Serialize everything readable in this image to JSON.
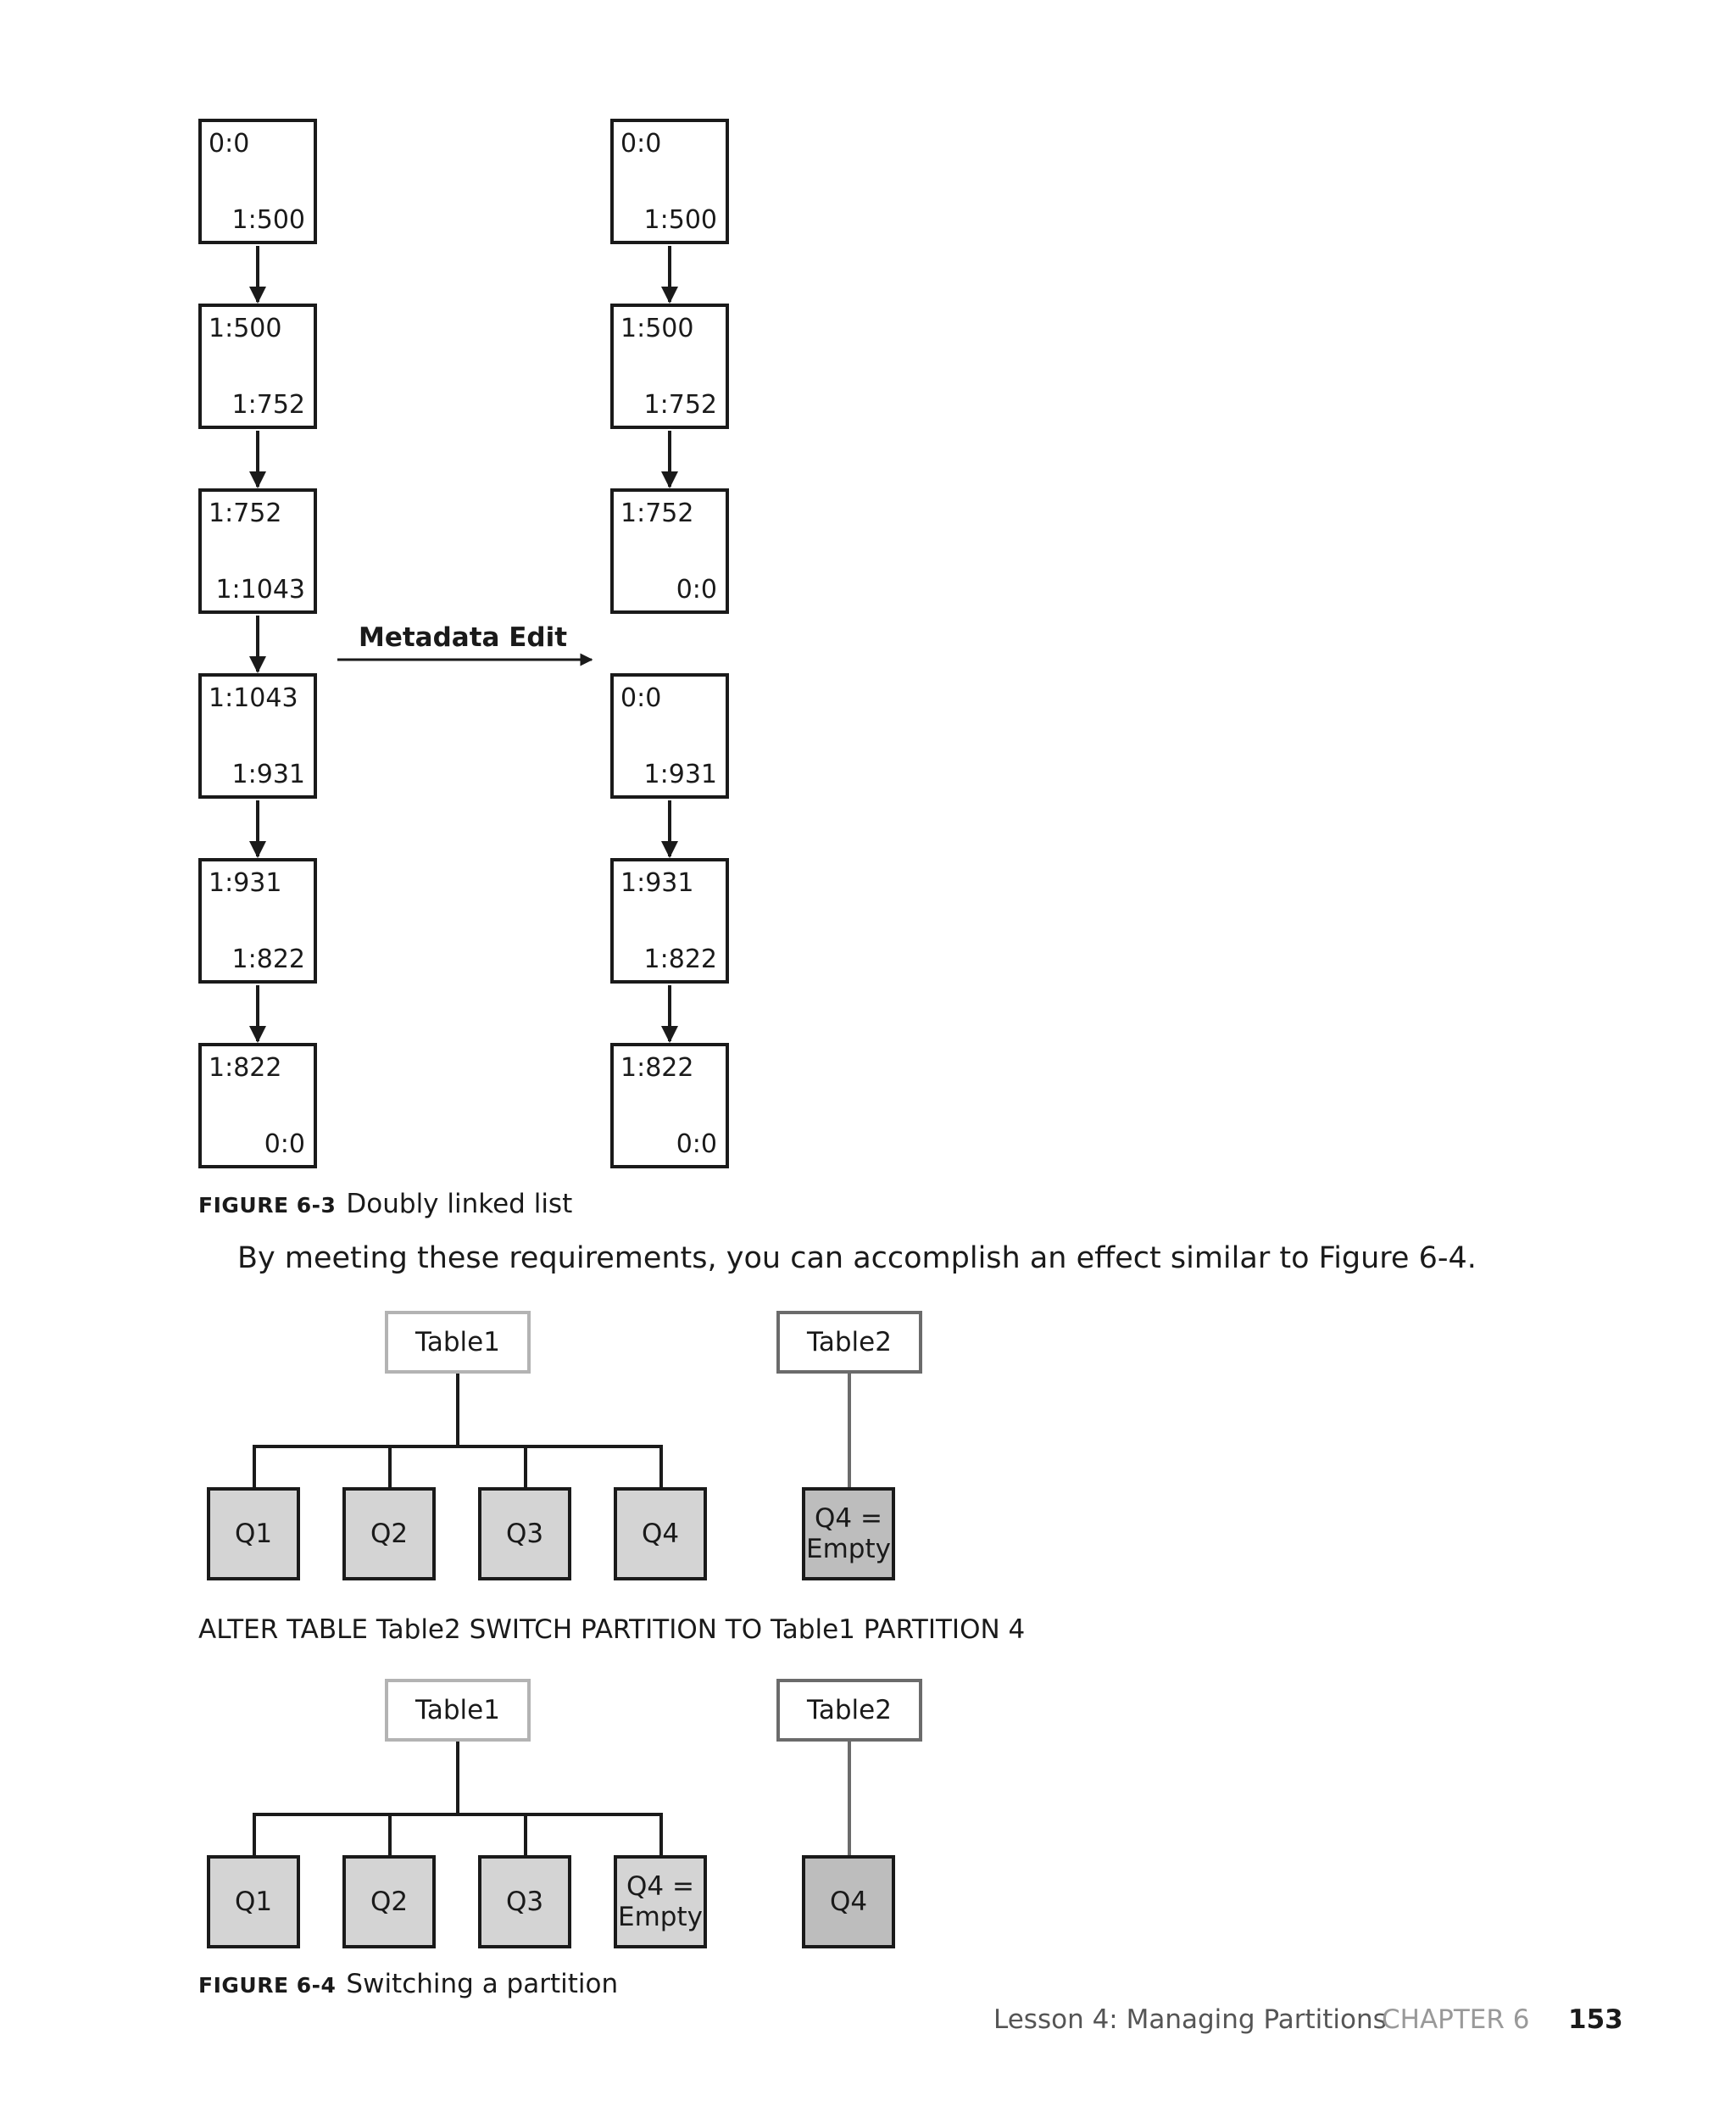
{
  "figure_6_3": {
    "left_list": [
      {
        "top": "0:0",
        "bottom": "1:500"
      },
      {
        "top": "1:500",
        "bottom": "1:752"
      },
      {
        "top": "1:752",
        "bottom": "1:1043"
      },
      {
        "top": "1:1043",
        "bottom": "1:931"
      },
      {
        "top": "1:931",
        "bottom": "1:822"
      },
      {
        "top": "1:822",
        "bottom": "0:0"
      }
    ],
    "right_list": [
      {
        "top": "0:0",
        "bottom": "1:500"
      },
      {
        "top": "1:500",
        "bottom": "1:752"
      },
      {
        "top": "1:752",
        "bottom": "0:0"
      },
      {
        "top": "0:0",
        "bottom": "1:931"
      },
      {
        "top": "1:931",
        "bottom": "1:822"
      },
      {
        "top": "1:822",
        "bottom": "0:0"
      }
    ],
    "arrow_label": "Metadata Edit",
    "caption_label": "FIGURE 6-3",
    "caption_text": "Doubly linked list"
  },
  "paragraph": "By meeting these requirements, you can accomplish an effect similar to Figure 6-4.",
  "figure_6_4": {
    "before": {
      "table1": "Table1",
      "table2": "Table2",
      "table1_partitions": [
        "Q1",
        "Q2",
        "Q3",
        "Q4"
      ],
      "table2_partition": "Q4 = Empty"
    },
    "command": "ALTER TABLE Table2 SWITCH PARTITION TO Table1 PARTITION 4",
    "after": {
      "table1": "Table1",
      "table2": "Table2",
      "table1_partitions": [
        "Q1",
        "Q2",
        "Q3",
        "Q4 = Empty"
      ],
      "table2_partition": "Q4"
    },
    "caption_label": "FIGURE 6-4",
    "caption_text": "Switching a partition"
  },
  "footer": {
    "lesson": "Lesson 4: Managing Partitions",
    "chapter": "CHAPTER 6",
    "page_number": "153"
  },
  "colors": {
    "ink": "#1a1a1a",
    "light_gray_fill": "#d4d4d4",
    "dark_gray_fill": "#bdbdbd",
    "table1_border": "#b3b3b3",
    "table2_border": "#6b6b6b",
    "chapter_gray": "#999999"
  }
}
